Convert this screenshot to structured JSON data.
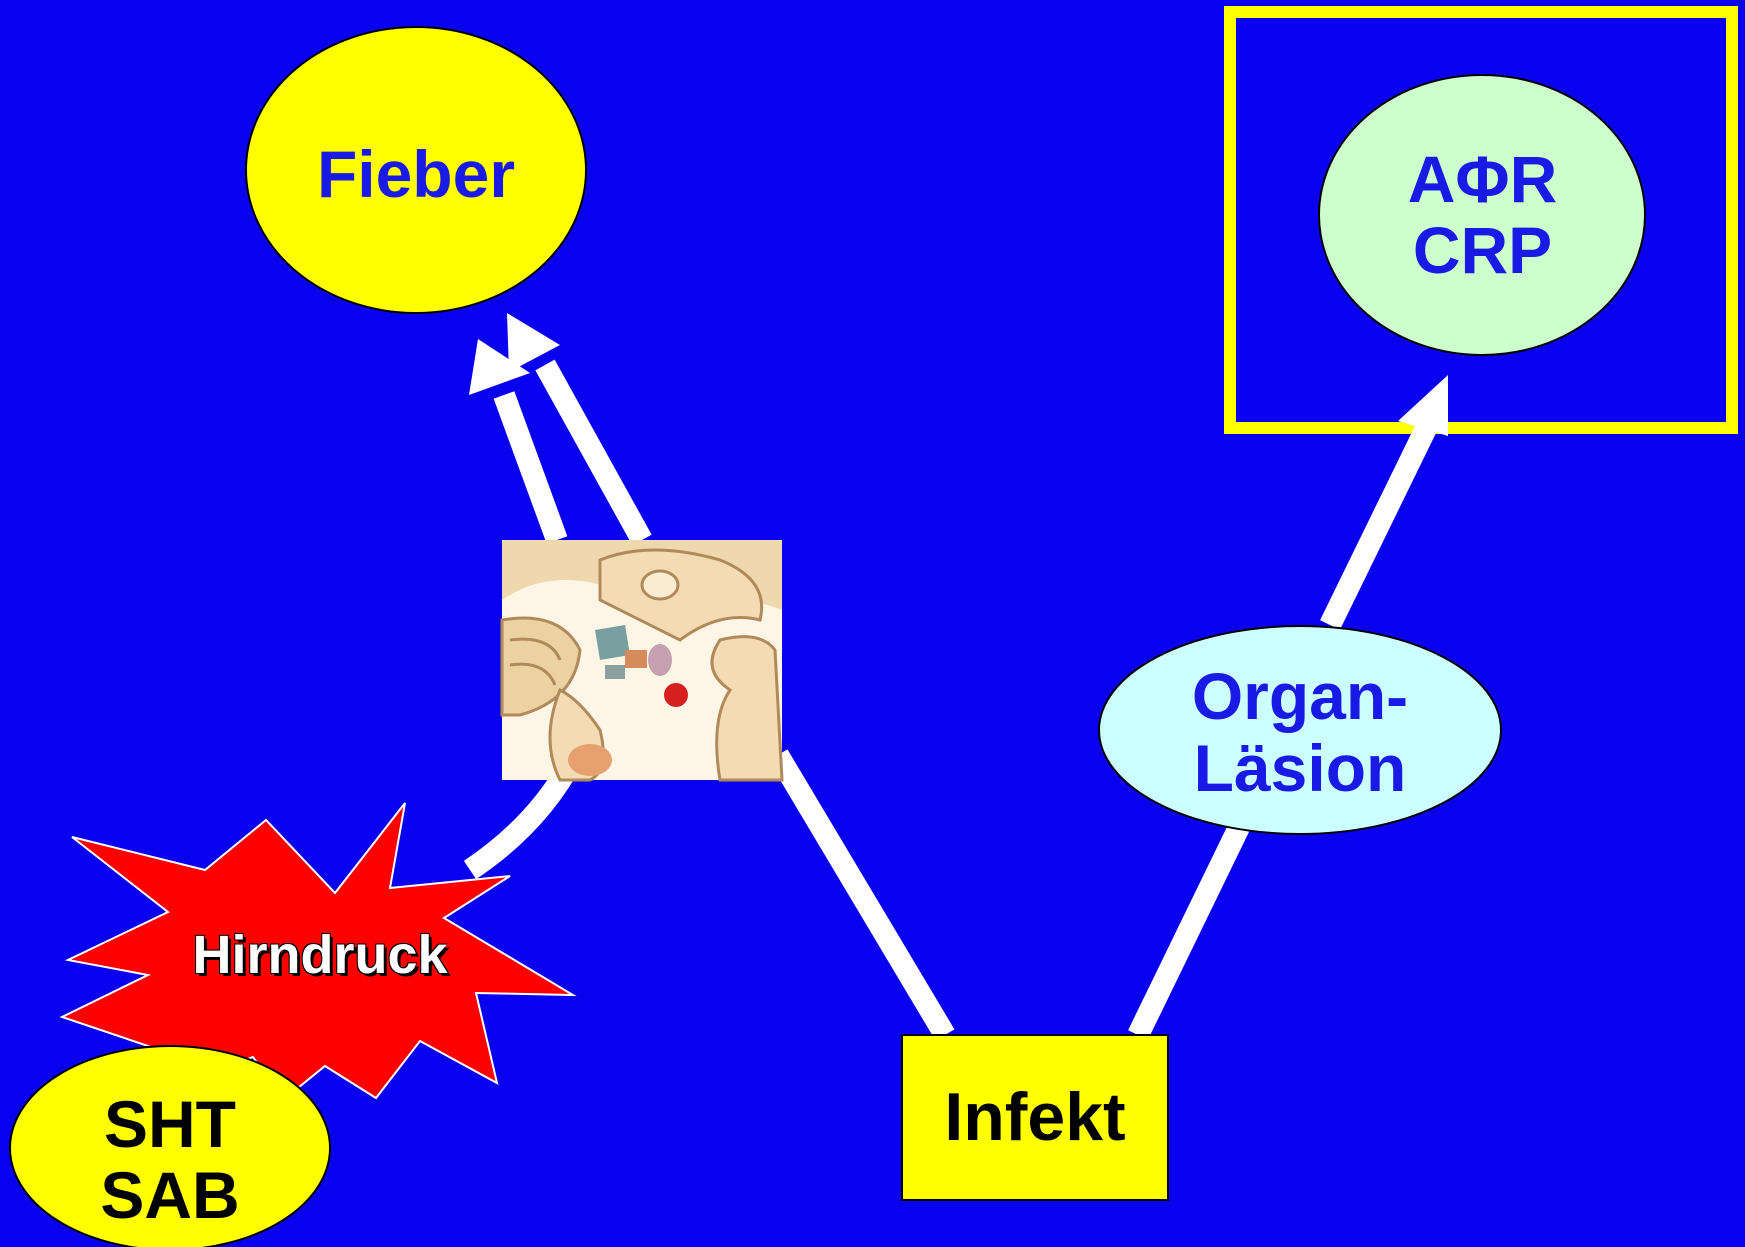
{
  "colors": {
    "background": "#0a00f0",
    "arrow": "#ffffff",
    "fieber_fill": "#ffff00",
    "afr_fill": "#ccffcc",
    "organ_fill": "#ccffff",
    "infekt_fill": "#ffff00",
    "sht_fill": "#ffff00",
    "hirndruck_fill": "#ff0000",
    "highlight_frame": "#ffff00",
    "label_blue": "#1a1ae6"
  },
  "nodes": {
    "fieber": {
      "label": "Fieber"
    },
    "afr": {
      "line1": "AΦR",
      "line2": "CRP"
    },
    "organ": {
      "line1": "Organ-",
      "line2": "Läsion"
    },
    "infekt": {
      "label": "Infekt"
    },
    "hirndruck": {
      "label": "Hirndruck"
    },
    "sht_sab": {
      "line1": "SHT",
      "line2": "SAB"
    }
  },
  "image": {
    "subject": "hypothalamus-brain-cross-section"
  }
}
